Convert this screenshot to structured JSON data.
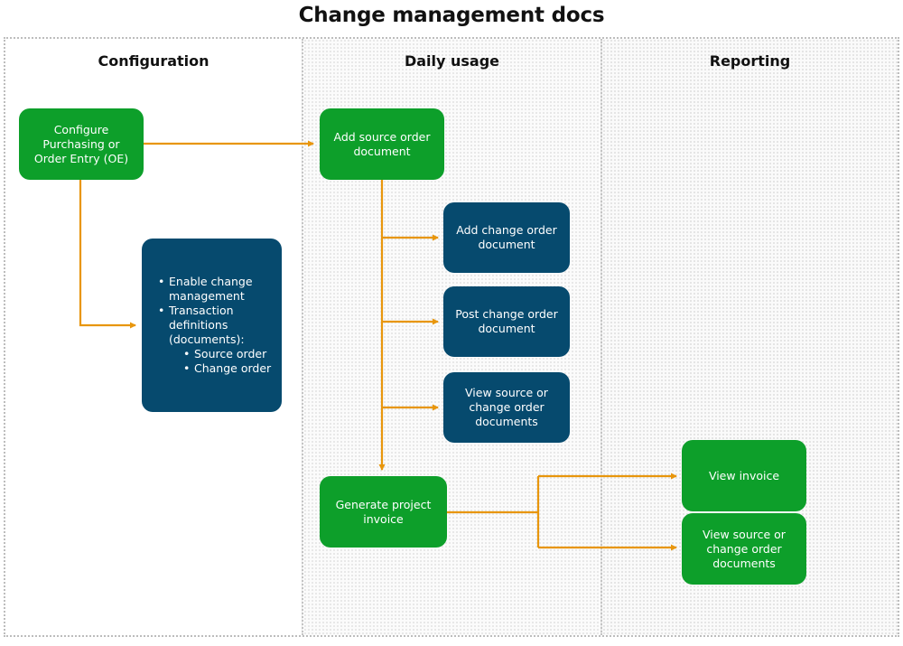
{
  "title": "Change management docs",
  "colors": {
    "green": "#0d9f2a",
    "navy": "#064a6e",
    "arrow": "#e8960c",
    "lane_border": "#c4c4c4",
    "title_text": "#111111"
  },
  "lanes": [
    {
      "id": "configuration",
      "header": "Configuration"
    },
    {
      "id": "daily-usage",
      "header": "Daily usage"
    },
    {
      "id": "reporting",
      "header": "Reporting"
    }
  ],
  "nodes": {
    "configure_purchasing": {
      "label": "Configure Purchasing or Order Entry (OE)",
      "line1": "Configure",
      "line2": "Purchasing or",
      "line3": "Order Entry (OE)",
      "lane": "configuration",
      "style": "green"
    },
    "enable_change_management": {
      "lane": "configuration",
      "style": "navy",
      "bullets": [
        {
          "text": "Enable change management",
          "children": []
        },
        {
          "text": "Transaction definitions (documents):",
          "children": [
            {
              "text": "Source order"
            },
            {
              "text": "Change order"
            }
          ]
        }
      ]
    },
    "add_source_order": {
      "label": "Add source order document",
      "lane": "daily-usage",
      "style": "green"
    },
    "add_change_order": {
      "label": "Add change order document",
      "lane": "daily-usage",
      "style": "navy"
    },
    "post_change_order": {
      "label": "Post change order document",
      "lane": "daily-usage",
      "style": "navy"
    },
    "view_source_change_daily": {
      "label": "View source or change order documents",
      "lane": "daily-usage",
      "style": "navy"
    },
    "generate_project_invoice": {
      "label": "Generate project invoice",
      "lane": "daily-usage",
      "style": "green"
    },
    "view_invoice": {
      "label": "View invoice",
      "lane": "reporting",
      "style": "green"
    },
    "view_source_change_reporting": {
      "label": "View source or change order documents",
      "lane": "reporting",
      "style": "green"
    }
  },
  "connectors": [
    {
      "from": "configure_purchasing",
      "to": "add_source_order",
      "kind": "straight-right"
    },
    {
      "from": "configure_purchasing",
      "to": "enable_change_management",
      "kind": "elbow-down-right"
    },
    {
      "from": "add_source_order",
      "to": "add_change_order",
      "kind": "trunk-branch"
    },
    {
      "from": "add_source_order",
      "to": "post_change_order",
      "kind": "trunk-branch"
    },
    {
      "from": "add_source_order",
      "to": "view_source_change_daily",
      "kind": "trunk-branch"
    },
    {
      "from": "add_source_order",
      "to": "generate_project_invoice",
      "kind": "trunk-down"
    },
    {
      "from": "generate_project_invoice",
      "to": "view_invoice",
      "kind": "split-right-up"
    },
    {
      "from": "generate_project_invoice",
      "to": "view_source_change_reporting",
      "kind": "split-right-down"
    }
  ]
}
